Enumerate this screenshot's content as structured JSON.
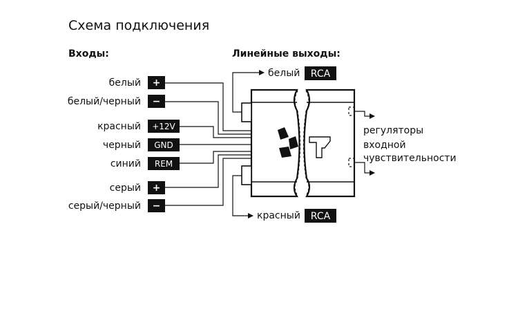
{
  "title": "Схема подключения",
  "inputs": {
    "heading": "Входы:",
    "rows": [
      {
        "label": "белый",
        "tag": "+"
      },
      {
        "label": "белый/черный",
        "tag": "−"
      },
      {
        "label": "красный",
        "tag": "+12V"
      },
      {
        "label": "черный",
        "tag": "GND"
      },
      {
        "label": "синий",
        "tag": "REM"
      },
      {
        "label": "серый",
        "tag": "+"
      },
      {
        "label": "серый/черный",
        "tag": "−"
      }
    ]
  },
  "outputs": {
    "heading": "Линейные выходы:",
    "top": {
      "label": "белый",
      "tag": "RCA"
    },
    "bottom": {
      "label": "красный",
      "tag": "RCA"
    }
  },
  "sensitivity": {
    "lines": [
      "регуляторы",
      "входной",
      "чувствительности"
    ]
  },
  "colors": {
    "ink": "#111111",
    "tag_bg": "#111111",
    "tag_text": "#ffffff",
    "background": "#ffffff"
  }
}
